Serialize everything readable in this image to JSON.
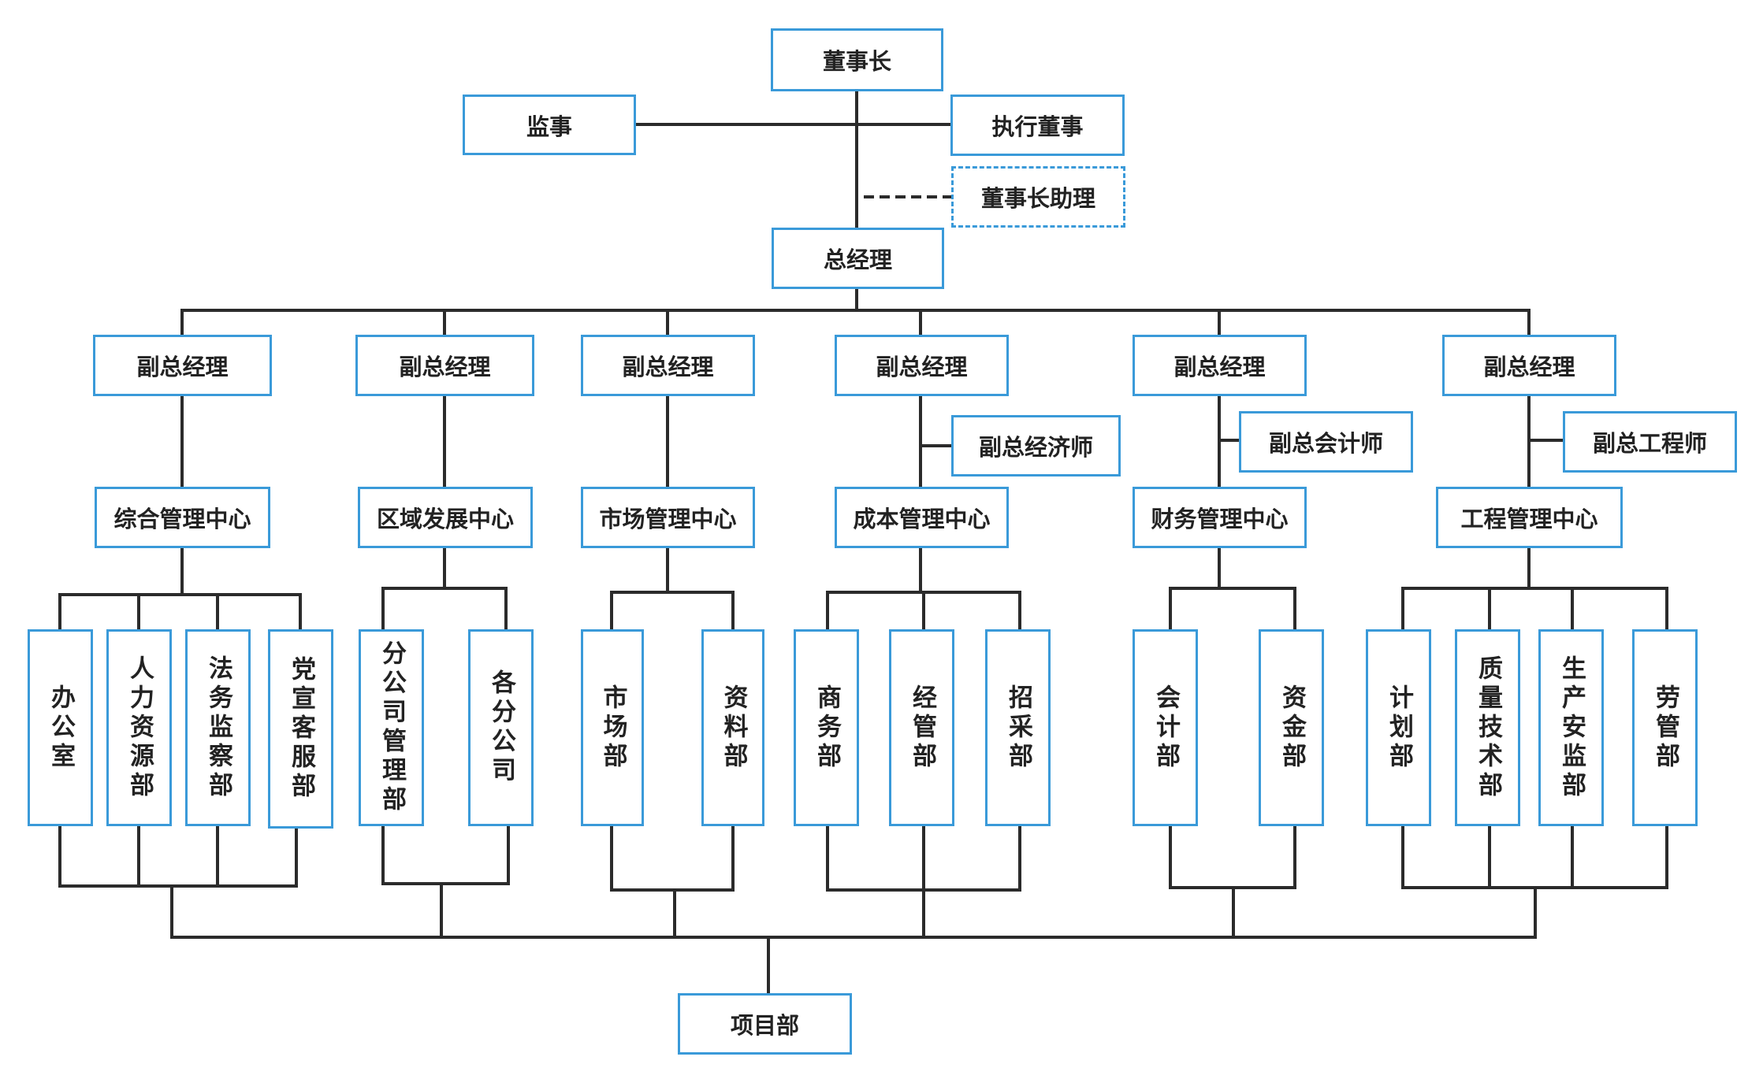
{
  "top": {
    "chairman": "董事长",
    "supervisor": "监事",
    "executive_director": "执行董事",
    "chairman_assistant": "董事长助理",
    "general_manager": "总经理"
  },
  "branches": [
    {
      "vp": "副总经理",
      "center": "综合管理中心",
      "depts": [
        "办公室",
        "人力资源部",
        "法务监察部",
        "党宣客服部"
      ]
    },
    {
      "vp": "副总经理",
      "center": "区域发展中心",
      "depts": [
        "分公司管理部",
        "各分公司"
      ]
    },
    {
      "vp": "副总经理",
      "center": "市场管理中心",
      "depts": [
        "市场部",
        "资料部"
      ]
    },
    {
      "vp": "副总经理",
      "assistant": "副总经济师",
      "center": "成本管理中心",
      "depts": [
        "商务部",
        "经管部",
        "招采部"
      ]
    },
    {
      "vp": "副总经理",
      "assistant": "副总会计师",
      "center": "财务管理中心",
      "depts": [
        "会计部",
        "资金部"
      ]
    },
    {
      "vp": "副总经理",
      "assistant": "副总工程师",
      "center": "工程管理中心",
      "depts": [
        "计划部",
        "质量技术部",
        "生产安监部",
        "劳管部"
      ]
    }
  ],
  "bottom": {
    "project_dept": "项目部"
  },
  "colors": {
    "box_border": "#3a9ad9",
    "line": "#2b2b2b"
  }
}
